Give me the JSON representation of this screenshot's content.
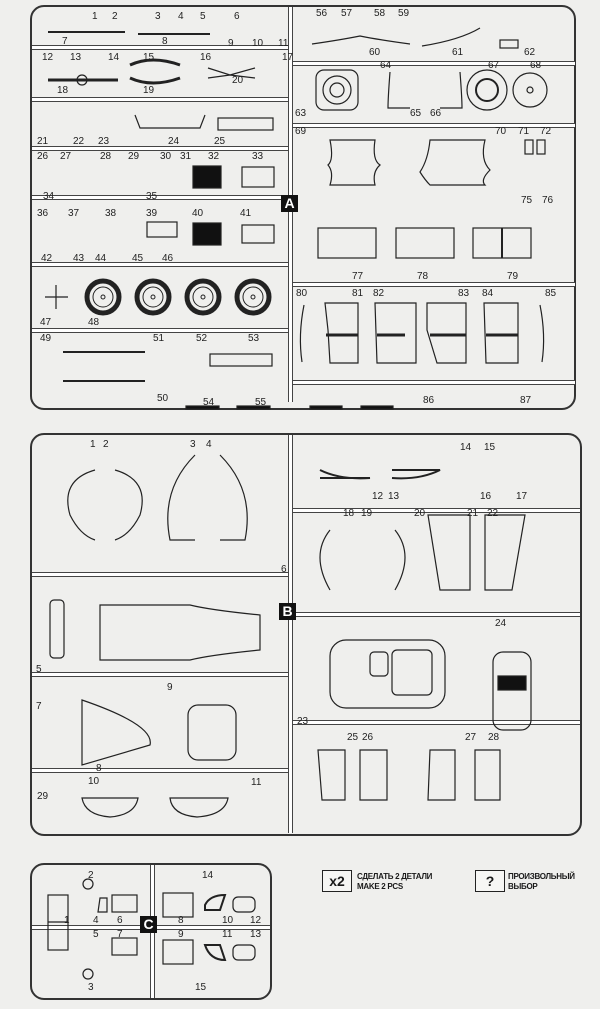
{
  "sprue_a": {
    "label": "A",
    "parts": [
      "1",
      "2",
      "3",
      "4",
      "5",
      "6",
      "7",
      "8",
      "9",
      "10",
      "11",
      "12",
      "13",
      "14",
      "15",
      "16",
      "17",
      "18",
      "19",
      "20",
      "21",
      "22",
      "23",
      "24",
      "25",
      "26",
      "27",
      "28",
      "29",
      "30",
      "31",
      "32",
      "33",
      "34",
      "35",
      "36",
      "37",
      "38",
      "39",
      "40",
      "41",
      "42",
      "43",
      "44",
      "45",
      "46",
      "47",
      "48",
      "49",
      "50",
      "51",
      "52",
      "53",
      "54",
      "55",
      "56",
      "57",
      "58",
      "59",
      "60",
      "61",
      "62",
      "63",
      "64",
      "65",
      "66",
      "67",
      "68",
      "69",
      "70",
      "71",
      "72",
      "75",
      "76",
      "77",
      "78",
      "79",
      "80",
      "81",
      "82",
      "83",
      "84",
      "85",
      "86",
      "87"
    ]
  },
  "sprue_b": {
    "label": "B",
    "parts": [
      "1",
      "2",
      "3",
      "4",
      "5",
      "6",
      "7",
      "8",
      "9",
      "10",
      "11",
      "12",
      "13",
      "14",
      "15",
      "16",
      "17",
      "18",
      "19",
      "20",
      "21",
      "22",
      "23",
      "24",
      "25",
      "26",
      "27",
      "28",
      "29"
    ]
  },
  "sprue_c": {
    "label": "C",
    "parts": [
      "1",
      "2",
      "3",
      "4",
      "5",
      "6",
      "7",
      "8",
      "9",
      "10",
      "11",
      "12",
      "13",
      "14",
      "15"
    ]
  },
  "legend": {
    "make_two": {
      "symbol": "x2",
      "line1": "СДЕЛАТЬ 2 ДЕТАЛИ",
      "line2": "MAKE 2 PCS"
    },
    "optional": {
      "symbol": "?",
      "line1": "ПРОИЗВОЛЬНЫЙ",
      "line2": "ВЫБОР"
    }
  }
}
